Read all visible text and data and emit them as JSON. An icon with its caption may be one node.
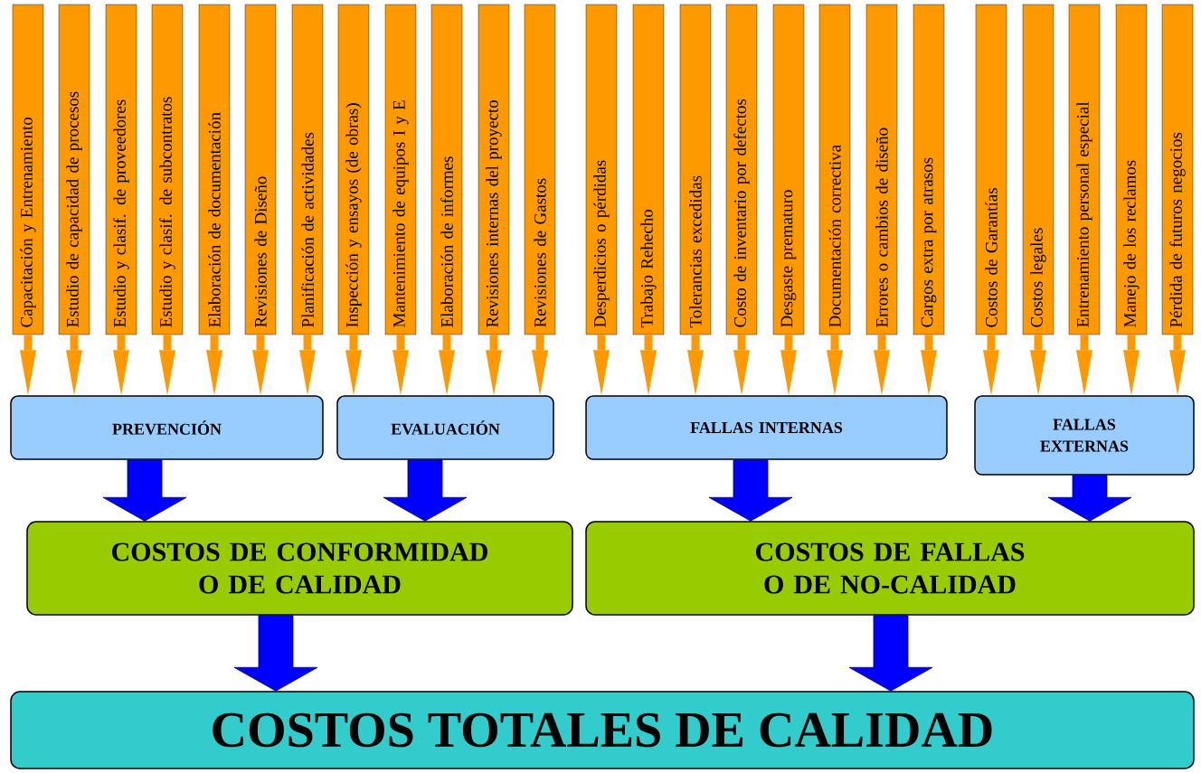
{
  "diagram": {
    "nodes": [
      {
        "text": [
          "Capacitación y Entrenamiento"
        ]
      },
      {
        "text": [
          "Estudio de capacidad de procesos"
        ]
      },
      {
        "text": [
          "Estudio y clasif. de proveedores"
        ]
      },
      {
        "text": [
          "Estudio y clasif. de subcontratos"
        ]
      },
      {
        "text": [
          "Elaboración de documentación"
        ]
      },
      {
        "text": [
          "Revisiones de Diseño"
        ]
      },
      {
        "text": [
          "Planificación de actividades"
        ]
      },
      {
        "text": [
          "Inspección y ensayos (de obras)"
        ]
      },
      {
        "text": [
          "Mantenimiento de equipos I y E"
        ]
      },
      {
        "text": [
          "Elaboración de informes"
        ]
      },
      {
        "text": [
          "Revisiones internas del proyecto"
        ]
      },
      {
        "text": [
          "Revisiones de Gastos"
        ]
      },
      {
        "text": [
          "Desperdicios o pérdidas"
        ]
      },
      {
        "text": [
          "Trabajo Rehecho"
        ]
      },
      {
        "text": [
          "Tolerancias excedidas"
        ]
      },
      {
        "text": [
          "Costo de inventario por defectos"
        ]
      },
      {
        "text": [
          "Desgaste prematuro"
        ]
      },
      {
        "text": [
          "Documentación correctiva"
        ]
      },
      {
        "text": [
          "Errores o cambios de diseño"
        ]
      },
      {
        "text": [
          "Cargos extra por atrasos"
        ]
      },
      {
        "text": [
          "Costos de Garantías"
        ]
      },
      {
        "text": [
          "Costos legales"
        ]
      },
      {
        "text": [
          "Entrenamiento personal especial"
        ]
      },
      {
        "text": [
          "Manejo de los reclamos"
        ]
      },
      {
        "text": [
          "Pérdida de futuros negocios"
        ]
      },
      {
        "text": [
          "PREVENCIÓN"
        ]
      },
      {
        "text": [
          "EVALUACIÓN"
        ]
      },
      {
        "text": [
          "FALLAS INTERNAS"
        ]
      },
      {
        "text": [
          "FALLAS EXTERNAS"
        ]
      },
      {
        "text": [
          "COSTOS DE CONFORMIDAD O DE CALIDAD"
        ]
      },
      {
        "text": [
          "COSTOS DE FALLAS O DE NO-CALIDAD"
        ]
      },
      {
        "text": [
          "COSTOS TOTALES DE CALIDAD"
        ]
      }
    ],
    "edges": [
      {
        "from": 0,
        "to": 25,
        "arrow": "to"
      },
      {
        "from": 1,
        "to": 25,
        "arrow": "to"
      },
      {
        "from": 2,
        "to": 25,
        "arrow": "to"
      },
      {
        "from": 3,
        "to": 25,
        "arrow": "to"
      },
      {
        "from": 4,
        "to": 25,
        "arrow": "to"
      },
      {
        "from": 5,
        "to": 25,
        "arrow": "to"
      },
      {
        "from": 6,
        "to": 25,
        "arrow": "to"
      },
      {
        "from": 7,
        "to": 26,
        "arrow": "to"
      },
      {
        "from": 8,
        "to": 26,
        "arrow": "to"
      },
      {
        "from": 9,
        "to": 26,
        "arrow": "to"
      },
      {
        "from": 10,
        "to": 26,
        "arrow": "to"
      },
      {
        "from": 11,
        "to": 26,
        "arrow": "to"
      },
      {
        "from": 12,
        "to": 27,
        "arrow": "to"
      },
      {
        "from": 13,
        "to": 27,
        "arrow": "to"
      },
      {
        "from": 14,
        "to": 27,
        "arrow": "to"
      },
      {
        "from": 15,
        "to": 27,
        "arrow": "to"
      },
      {
        "from": 16,
        "to": 27,
        "arrow": "to"
      },
      {
        "from": 17,
        "to": 27,
        "arrow": "to"
      },
      {
        "from": 18,
        "to": 27,
        "arrow": "to"
      },
      {
        "from": 19,
        "to": 27,
        "arrow": "to"
      },
      {
        "from": 20,
        "to": 28,
        "arrow": "to"
      },
      {
        "from": 21,
        "to": 28,
        "arrow": "to"
      },
      {
        "from": 22,
        "to": 28,
        "arrow": "to"
      },
      {
        "from": 23,
        "to": 28,
        "arrow": "to"
      },
      {
        "from": 24,
        "to": 28,
        "arrow": "to"
      },
      {
        "from": 25,
        "to": 29,
        "arrow": "to",
        "style": "thick",
        "color": "#0000ff"
      },
      {
        "from": 26,
        "to": 29,
        "arrow": "to",
        "style": "thick",
        "color": "#0000ff"
      },
      {
        "from": 27,
        "to": 30,
        "arrow": "to",
        "style": "thick",
        "color": "#0000ff"
      },
      {
        "from": 28,
        "to": 30,
        "arrow": "to",
        "style": "thick",
        "color": "#0000ff"
      },
      {
        "from": 29,
        "to": 31,
        "arrow": "to",
        "style": "thick",
        "color": "#0000ff"
      },
      {
        "from": 30,
        "to": 31,
        "arrow": "to",
        "style": "thick",
        "color": "#0000ff"
      }
    ]
  }
}
